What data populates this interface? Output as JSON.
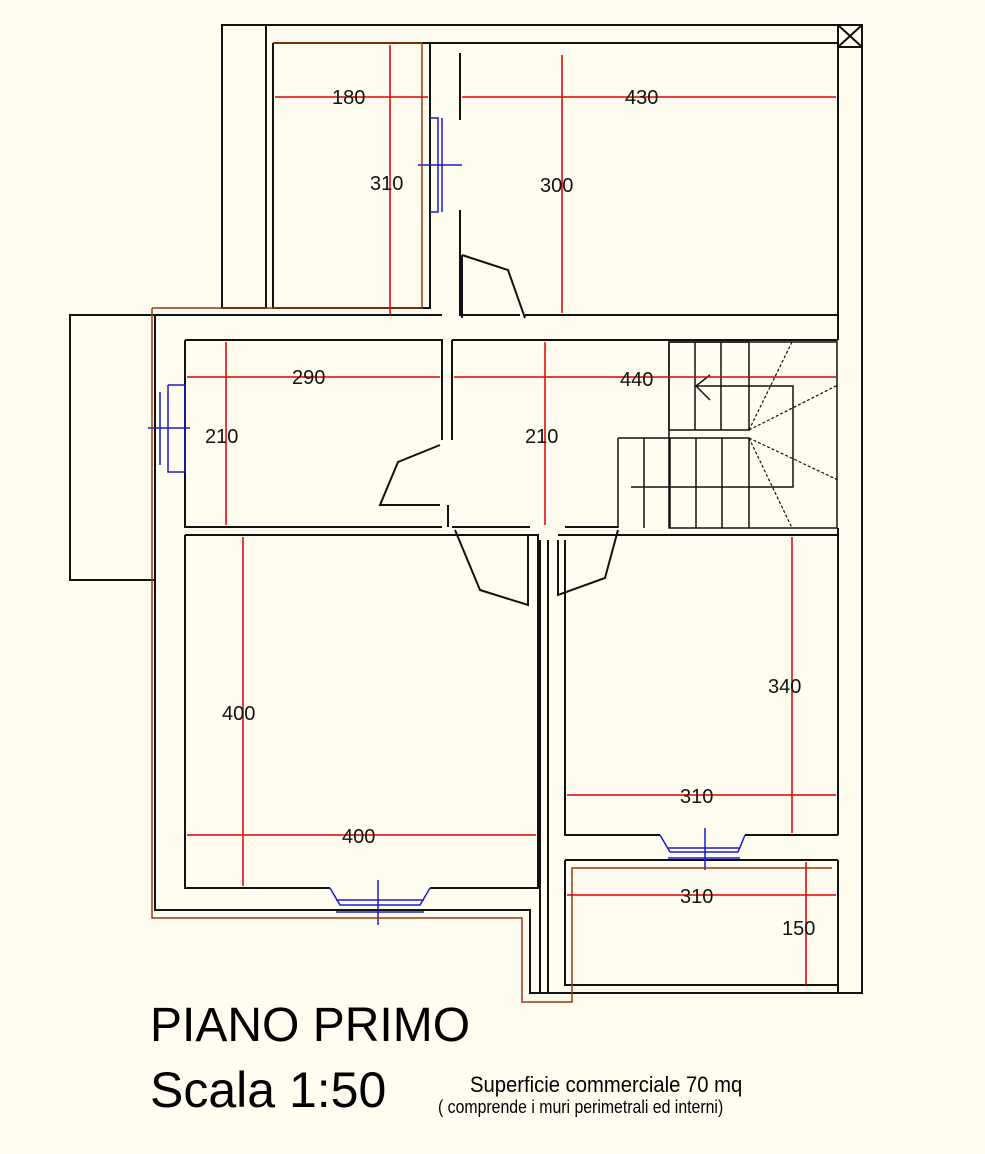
{
  "plan": {
    "title": "PIANO PRIMO",
    "scale": "Scala 1:50",
    "area": "Superficie commerciale 70 mq",
    "note": "( comprende i muri perimetrali ed interni)"
  },
  "dimensions": {
    "d180": "180",
    "d310a": "310",
    "d430": "430",
    "d300": "300",
    "d290": "290",
    "d210a": "210",
    "d440": "440",
    "d210b": "210",
    "d400a": "400",
    "d400b": "400",
    "d340": "340",
    "d310b": "310",
    "d310c": "310",
    "d150": "150"
  },
  "colors": {
    "background": "#fffcf0",
    "walls": "#111111",
    "dimensions": "#e00000",
    "windows": "#1a1ad0"
  }
}
